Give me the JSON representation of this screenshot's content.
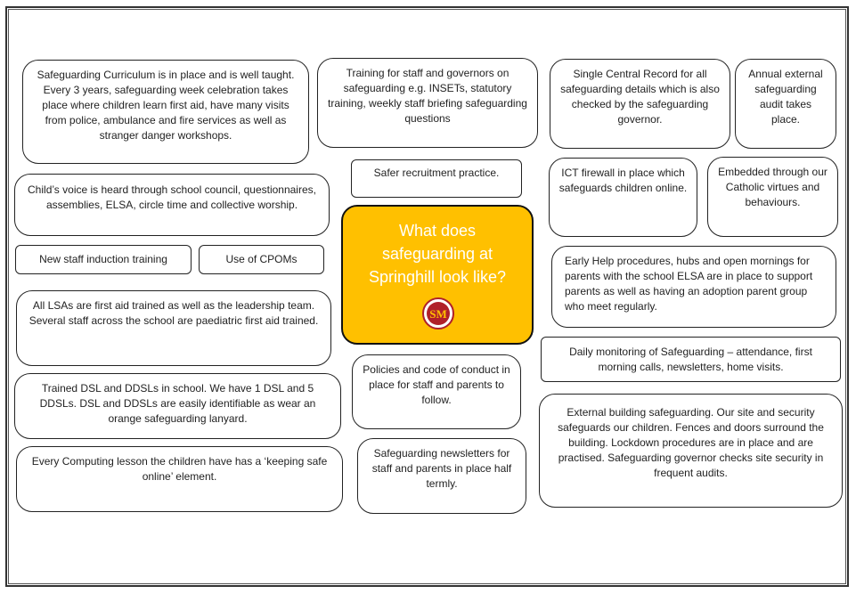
{
  "center": {
    "title": "What does safeguarding at Springhill look like?",
    "logo_text": "SM"
  },
  "items": {
    "curriculum": "Safeguarding Curriculum is in place and is well taught. Every 3 years, safeguarding week celebration takes place where children learn first aid, have many visits from police, ambulance and fire services as well as stranger danger workshops.",
    "training": "Training for staff and governors on safeguarding e.g. INSETs, statutory training, weekly staff briefing safeguarding questions",
    "scr": "Single Central Record for all safeguarding details which is also checked by the safeguarding governor.",
    "audit": "Annual external safeguarding audit takes place.",
    "childs_voice": "Child’s voice is heard through school council, questionnaires, assemblies, ELSA, circle time and collective worship.",
    "recruitment": "Safer recruitment practice.",
    "firewall": "ICT firewall in place which safeguards children online.",
    "catholic": "Embedded through our Catholic virtues and behaviours.",
    "induction": "New staff induction training",
    "cpoms": "Use of CPOMs",
    "early_help": "Early Help procedures, hubs and open mornings for parents with the school ELSA are in place to support parents as well as having an adoption parent group who meet regularly.",
    "first_aid": "All LSAs are first aid trained as well as the leadership team. Several staff across the school are paediatric first aid trained.",
    "daily_monitoring": "Daily monitoring of Safeguarding – attendance, first morning calls, newsletters, home visits.",
    "policies": "Policies and code of conduct in place for staff and parents to follow.",
    "dsl": "Trained DSL and DDSLs in school. We have 1 DSL and 5 DDSLs. DSL and DDSLs are easily identifiable as wear an orange safeguarding lanyard.",
    "external_building": "External building safeguarding. Our site and security safeguards our children. Fences and doors surround the building. Lockdown procedures are in place and are practised. Safeguarding governor checks site security in frequent audits.",
    "computing": "Every Computing lesson the children have has a ‘keeping safe online’ element.",
    "newsletters": "Safeguarding newsletters for staff and parents in place half termly."
  },
  "colors": {
    "center_fill": "#ffc000",
    "logo_ring": "#b0202a"
  }
}
